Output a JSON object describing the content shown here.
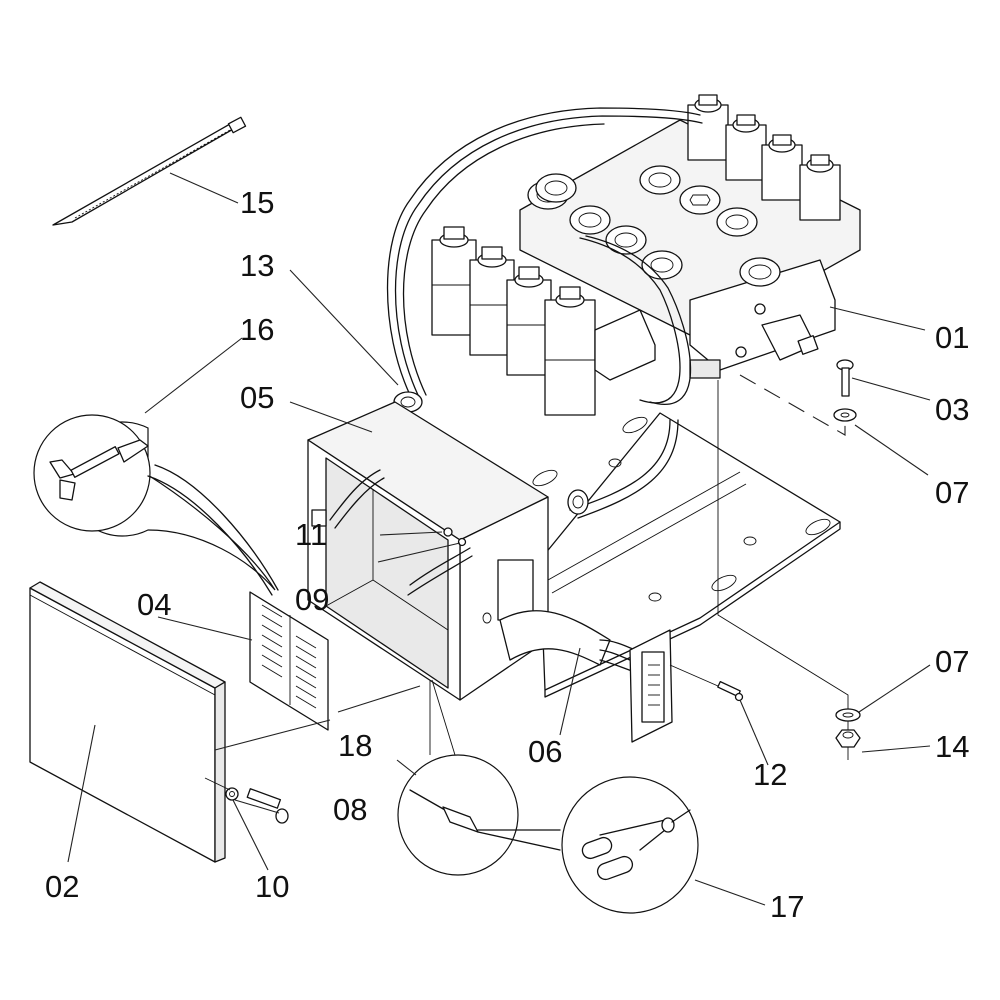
{
  "diagram": {
    "type": "exploded-parts-diagram",
    "subject": "Solenoid valve block with electrical junction box and mounting plate",
    "line_color": "#111111",
    "background_color": "#ffffff",
    "callouts": [
      {
        "id": "01",
        "part": "solenoid-valve-block"
      },
      {
        "id": "02",
        "part": "junction-box-cover"
      },
      {
        "id": "03",
        "part": "bolt"
      },
      {
        "id": "04",
        "part": "terminal-block"
      },
      {
        "id": "05",
        "part": "junction-box"
      },
      {
        "id": "06",
        "part": "wiring-harness"
      },
      {
        "id": "07",
        "part": "washer"
      },
      {
        "id": "07",
        "part": "washer"
      },
      {
        "id": "08",
        "part": "cover-screw"
      },
      {
        "id": "09",
        "part": "box-nut"
      },
      {
        "id": "10",
        "part": "cover-washer"
      },
      {
        "id": "11",
        "part": "box-screw"
      },
      {
        "id": "12",
        "part": "connector-screw"
      },
      {
        "id": "13",
        "part": "cable-grommet"
      },
      {
        "id": "14",
        "part": "hex-nut"
      },
      {
        "id": "15",
        "part": "cable-tie"
      },
      {
        "id": "16",
        "part": "terminal-pin-detail"
      },
      {
        "id": "17",
        "part": "flat-receptacle-terminal-detail"
      },
      {
        "id": "18",
        "part": "wire-connector-detail"
      }
    ]
  }
}
